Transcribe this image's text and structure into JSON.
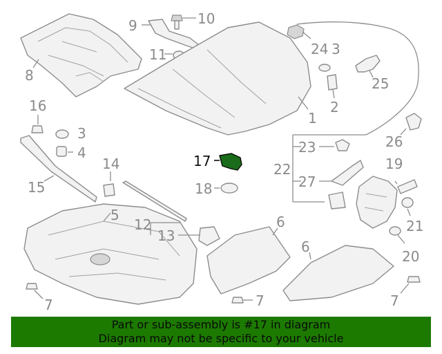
{
  "callouts": {
    "c1": "1",
    "c2": "2",
    "c3a": "3",
    "c3b": "3",
    "c4": "4",
    "c5": "5",
    "c6a": "6",
    "c6b": "6",
    "c7a": "7",
    "c7b": "7",
    "c7c": "7",
    "c8": "8",
    "c9": "9",
    "c10": "10",
    "c11": "11",
    "c12": "12",
    "c13": "13",
    "c14": "14",
    "c15": "15",
    "c16": "16",
    "c17": "17",
    "c18": "18",
    "c19": "19",
    "c20": "20",
    "c21": "21",
    "c22": "22",
    "c23": "23",
    "c24": "24",
    "c25": "25",
    "c26": "26",
    "c27": "27"
  },
  "highlight_color": "#1a6b1a",
  "footer": {
    "line1": "Part or sub-assembly is #17 in diagram",
    "line2": "Diagram may not be specific to your vehicle",
    "background": "#1c7a00"
  }
}
